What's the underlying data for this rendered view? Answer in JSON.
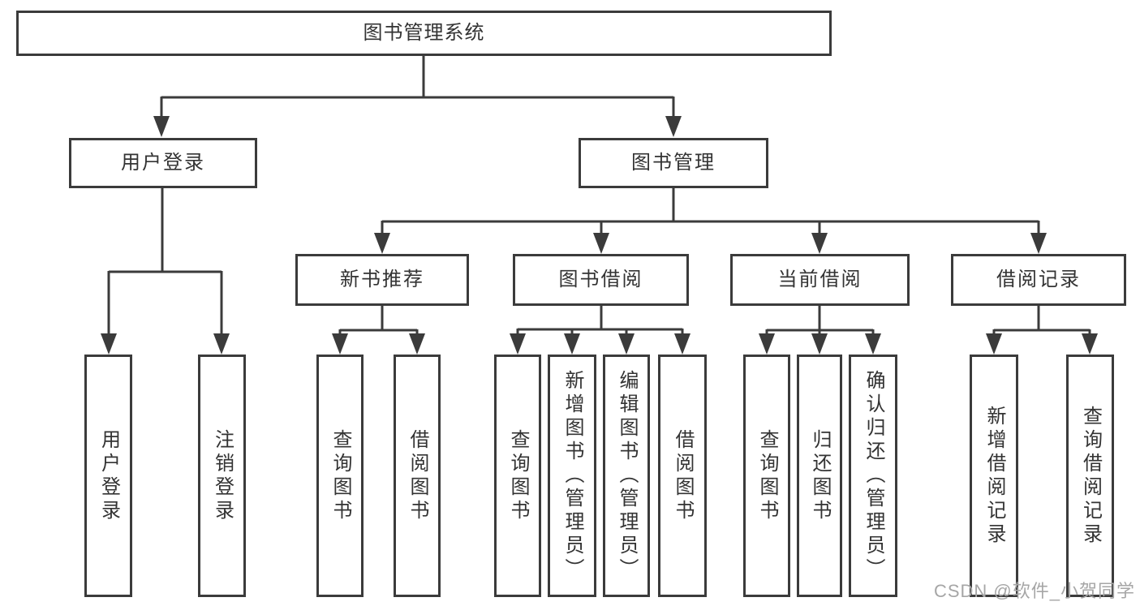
{
  "colors": {
    "line": "#3b3b3b",
    "box_border": "#3b3b3b",
    "text": "#333333",
    "background": "#ffffff",
    "watermark": "#a6a6a6"
  },
  "diagram": {
    "root": {
      "label": "图书管理系统"
    },
    "level2": [
      {
        "label": "用户登录"
      },
      {
        "label": "图书管理"
      }
    ],
    "level3": [
      {
        "label": "新书推荐"
      },
      {
        "label": "图书借阅"
      },
      {
        "label": "当前借阅"
      },
      {
        "label": "借阅记录"
      }
    ],
    "leaves": {
      "user_login": [
        "用户登录",
        "注销登录"
      ],
      "new_book_recommend": [
        "查询图书",
        "借阅图书"
      ],
      "book_borrow": [
        "查询图书",
        "新增图书（管理员）",
        "编辑图书（管理员）",
        "借阅图书"
      ],
      "current_borrow": [
        "查询图书",
        "归还图书",
        "确认归还（管理员）"
      ],
      "borrow_records": [
        "新增借阅记录",
        "查询借阅记录"
      ]
    }
  },
  "watermark": {
    "text": "CSDN @软件_小贺同学"
  }
}
